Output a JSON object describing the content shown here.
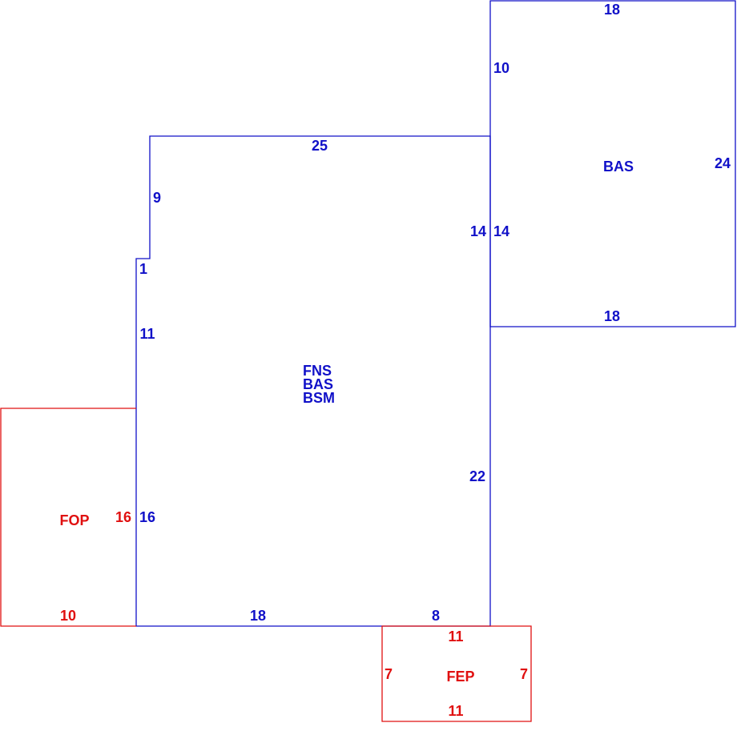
{
  "colors": {
    "main": "#1010c8",
    "porch": "#e01010"
  },
  "sketch": {
    "main_house": {
      "labels": [
        "FNS",
        "BAS",
        "BSM"
      ],
      "dims": {
        "top": "25",
        "left_upper": "9",
        "jog": "1",
        "left_mid": "11",
        "left_lower": "16",
        "bottom_left": "18",
        "bottom_right": "8",
        "right_lower": "22",
        "right_upper": "14"
      }
    },
    "addition": {
      "label": "BAS",
      "dims": {
        "top": "18",
        "left": "10",
        "inner": "14",
        "right": "24",
        "bottom": "18"
      }
    },
    "fop": {
      "label": "FOP",
      "dims": {
        "right": "16",
        "bottom": "10"
      }
    },
    "fep": {
      "label": "FEP",
      "dims": {
        "top": "11",
        "left": "7",
        "right": "7",
        "bottom": "11"
      }
    }
  }
}
